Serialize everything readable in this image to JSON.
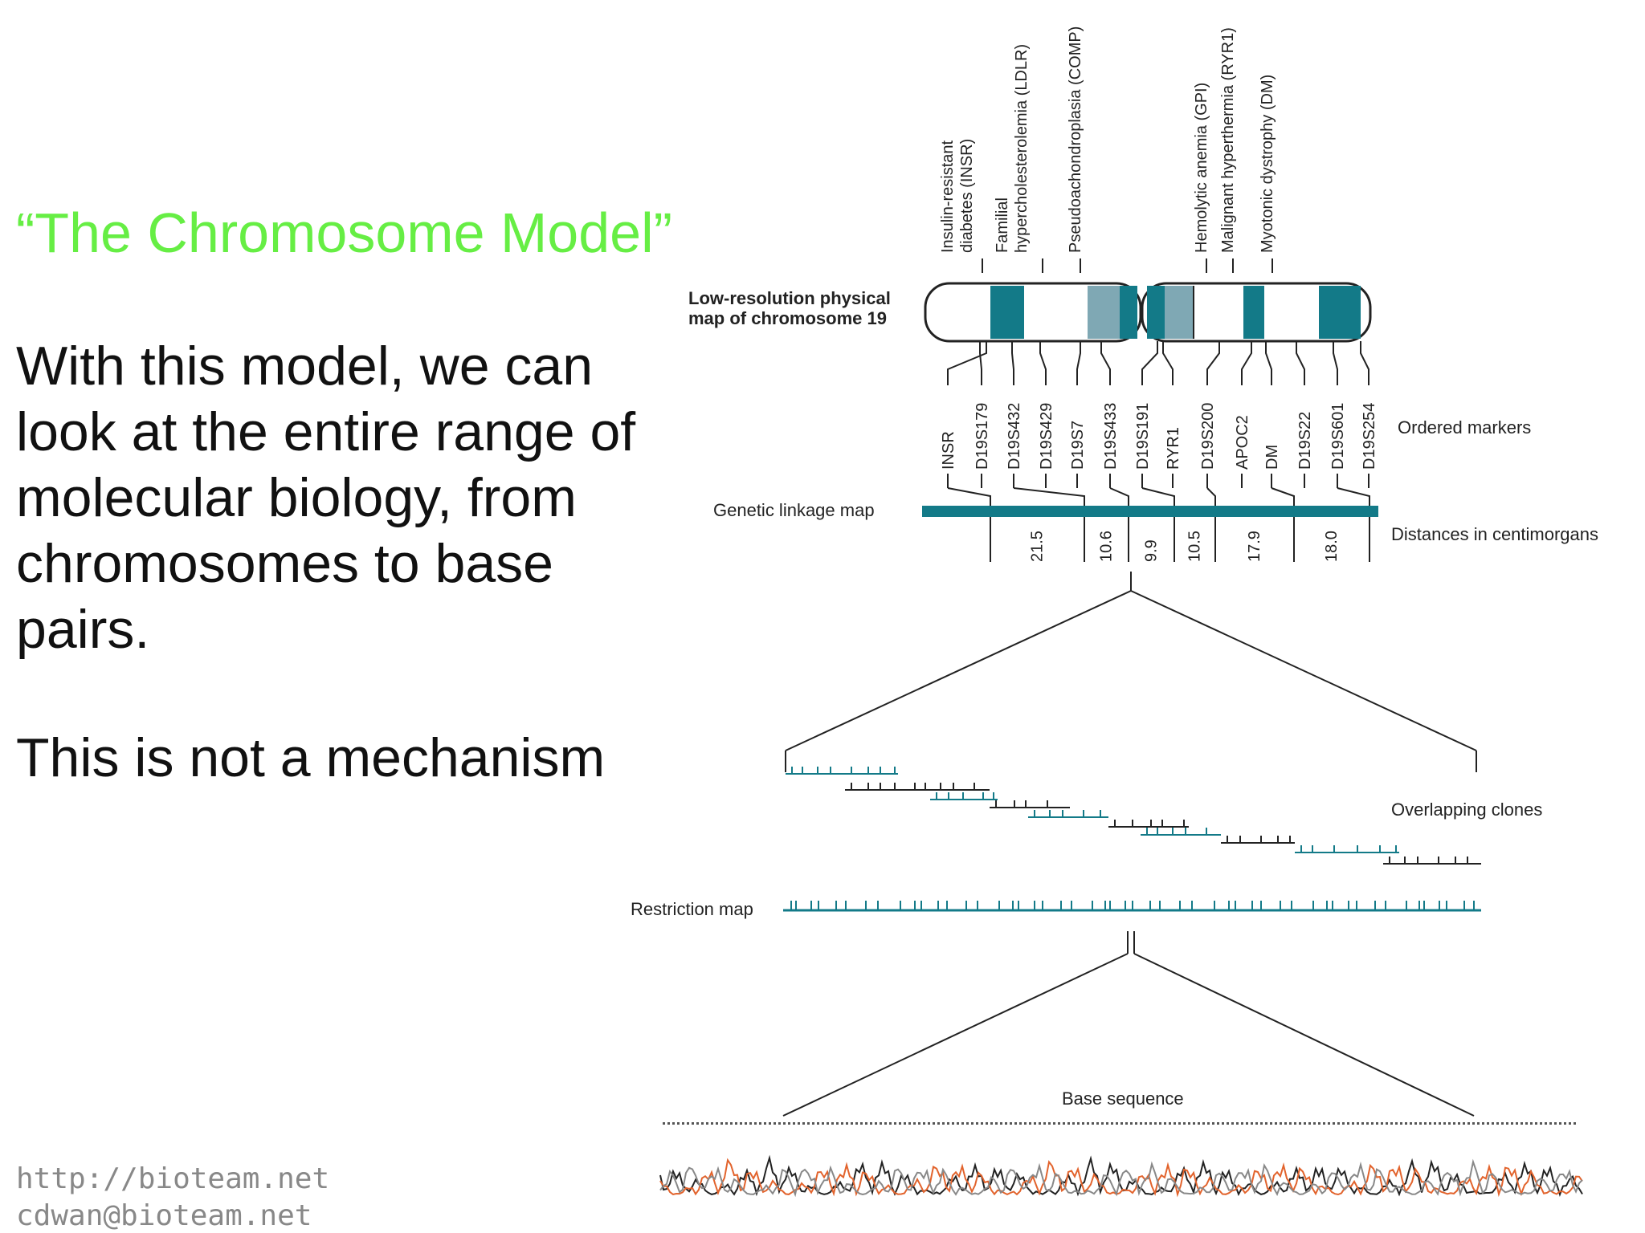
{
  "slide": {
    "title": "“The Chromosome Model”",
    "body": "With this model, we can look at the entire range of molecular biology, from chromosomes to base pairs.",
    "body2": "This is not a mechanism",
    "footer_url": "http://bioteam.net",
    "footer_email": "cdwan@bioteam.net"
  },
  "figure": {
    "physical_map_label_1": "Low-resolution physical",
    "physical_map_label_2": "map of chromosome 19",
    "disease_labels": [
      [
        "Insulin-resistant",
        "diabetes (INSR)"
      ],
      [
        "Familial",
        "hypercholesterolemia (LDLR)"
      ],
      [
        "Pseudoachondroplasia (COMP)"
      ],
      [
        "Hemolytic anemia (GPI)"
      ],
      [
        "Malignant hyperthermia (RYR1)"
      ],
      [
        "Myotonic dystrophy (DM)"
      ]
    ],
    "markers": [
      "INSR",
      "D19S179",
      "D19S432",
      "D19S429",
      "D19S7",
      "D19S433",
      "D19S191",
      "RYR1",
      "D19S200",
      "APOC2",
      "DM",
      "D19S22",
      "D19S601",
      "D19S254"
    ],
    "ordered_markers_label": "Ordered markers",
    "linkage_map_label": "Genetic linkage map",
    "distances": [
      "21.5",
      "10.6",
      "9.9",
      "10.5",
      "17.9",
      "18.0"
    ],
    "distances_label": "Distances in centimorgans",
    "overlapping_clones_label": "Overlapping clones",
    "restriction_map_label": "Restriction map",
    "base_sequence_label": "Base sequence",
    "colors": {
      "teal": "#137a88",
      "light_teal": "#7fa8b4",
      "trace_orange": "#e2632c"
    }
  }
}
